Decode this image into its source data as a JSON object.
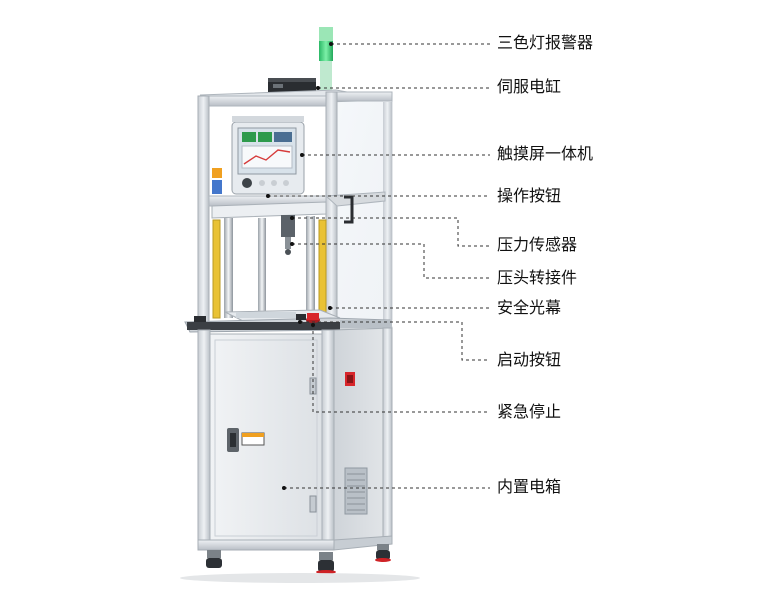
{
  "colors": {
    "frame": "#d9dde2",
    "frame_shadow": "#a9b0b8",
    "cabinet": "#e9ecef",
    "panel_blue": "#dfe7ef",
    "tower_green": "#35d07a",
    "tower_top": "#8ce0a8",
    "laser": "#e5c23a",
    "estop_red": "#d8262b",
    "screen": "#1f3a5a",
    "leader": "#333333"
  },
  "labels": [
    {
      "id": "tower-light",
      "text": "三色灯报警器"
    },
    {
      "id": "servo-cylinder",
      "text": "伺服电缸"
    },
    {
      "id": "touchscreen-pc",
      "text": "触摸屏一体机"
    },
    {
      "id": "operation-button",
      "text": "操作按钮"
    },
    {
      "id": "force-sensor",
      "text": "压力传感器"
    },
    {
      "id": "press-head-adapter",
      "text": "压头转接件"
    },
    {
      "id": "safety-light-curtain",
      "text": "安全光幕"
    },
    {
      "id": "start-button",
      "text": "启动按钮"
    },
    {
      "id": "emergency-stop",
      "text": "紧急停止"
    },
    {
      "id": "electrical-box",
      "text": "内置电箱"
    }
  ]
}
